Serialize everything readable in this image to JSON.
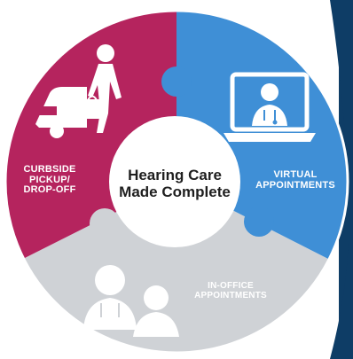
{
  "center": {
    "line1": "Hearing Care",
    "line2": "Made Complete"
  },
  "segments": [
    {
      "id": "curbside",
      "lines": [
        "CURBSIDE",
        "PICKUP/",
        "DROP-OFF"
      ],
      "icon": "car-shopper-icon",
      "color": "#b5245e"
    },
    {
      "id": "virtual",
      "lines": [
        "VIRTUAL",
        "APPOINTMENTS"
      ],
      "icon": "laptop-doctor-icon",
      "color": "#3f8fd6"
    },
    {
      "id": "in-office",
      "lines": [
        "IN-OFFICE",
        "APPOINTMENTS"
      ],
      "icon": "doctor-patient-icon",
      "color": "#cfd2d6"
    }
  ],
  "colors": {
    "background": "#ffffff",
    "side_panel": "#0e3d66",
    "center_circle": "#ffffff",
    "label_text": "#ffffff",
    "center_text": "#1f1f1f"
  }
}
